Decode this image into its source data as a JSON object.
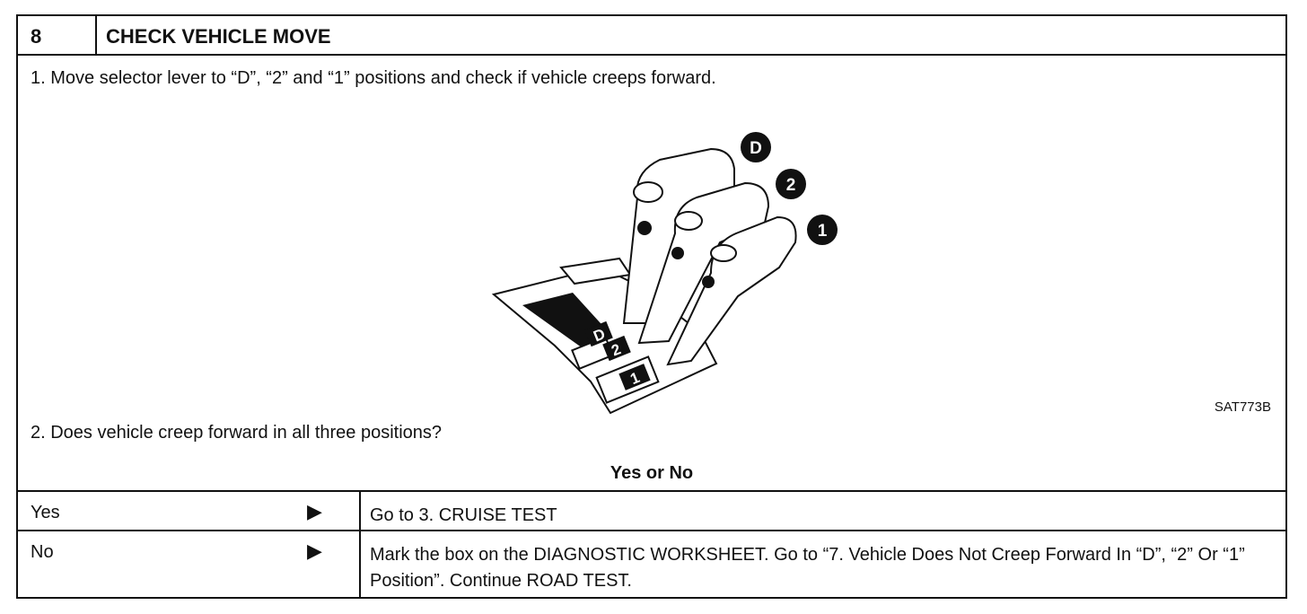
{
  "header": {
    "step_number": "8",
    "title": "CHECK VEHICLE MOVE"
  },
  "step1": "1.  Move selector lever to “D”, “2” and “1” positions and check if vehicle creeps forward.",
  "figure": {
    "callouts": [
      "D",
      "2",
      "1"
    ],
    "gate_labels": [
      "D",
      "2",
      "1"
    ],
    "code": "SAT773B"
  },
  "step2": "2.  Does vehicle creep forward in all three positions?",
  "question": "Yes or No",
  "answers": [
    {
      "answer": "Yes",
      "arrow": "▶",
      "action": "Go to 3. CRUISE TEST"
    },
    {
      "answer": "No",
      "arrow": "▶",
      "action": "Mark the box on the DIAGNOSTIC WORKSHEET. Go to “7. Vehicle Does Not Creep Forward In “D”, “2” Or “1” Position”. Continue ROAD TEST."
    }
  ]
}
